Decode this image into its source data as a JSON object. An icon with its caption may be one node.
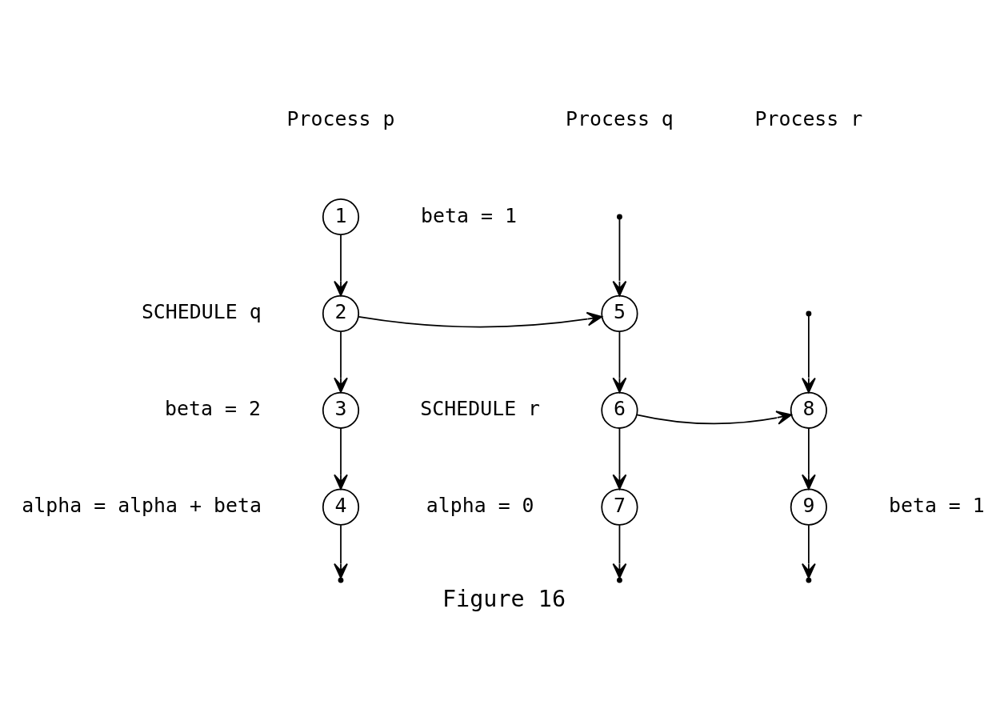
{
  "diagram": {
    "caption": "Figure 16",
    "nodes": [
      {
        "text": [
          "1"
        ],
        "beside": [
          "beta = 1"
        ]
      },
      {
        "text": [
          "2"
        ],
        "beside": [
          "SCHEDULE q"
        ]
      },
      {
        "text": [
          "3"
        ],
        "beside": [
          "beta = 2"
        ]
      },
      {
        "text": [
          "4"
        ],
        "beside": [
          "alpha = alpha + beta"
        ]
      },
      {
        "text": [
          "5"
        ]
      },
      {
        "text": [
          "6"
        ],
        "beside": [
          "SCHEDULE r"
        ]
      },
      {
        "text": [
          "7"
        ],
        "beside": [
          "alpha = 0"
        ]
      },
      {
        "text": [
          "8"
        ]
      },
      {
        "text": [
          "9"
        ],
        "beside": [
          "beta = 1"
        ]
      }
    ],
    "edges": [
      {
        "from": 0,
        "to": 1,
        "arrow": "to"
      },
      {
        "from": 1,
        "to": 2,
        "arrow": "to"
      },
      {
        "from": 2,
        "to": 3,
        "arrow": "to"
      },
      {
        "from": 3,
        "to": null,
        "arrow": "to"
      },
      {
        "from": null,
        "to": 4,
        "arrow": "to"
      },
      {
        "from": 1,
        "to": 4,
        "arrow": "to"
      },
      {
        "from": 4,
        "to": 5,
        "arrow": "to"
      },
      {
        "from": 5,
        "to": 6,
        "arrow": "to"
      },
      {
        "from": 6,
        "to": null,
        "arrow": "to"
      },
      {
        "from": null,
        "to": 7,
        "arrow": "to"
      },
      {
        "from": 5,
        "to": 7,
        "arrow": "to"
      },
      {
        "from": 7,
        "to": 8,
        "arrow": "to"
      },
      {
        "from": 8,
        "to": null,
        "arrow": "to"
      }
    ],
    "labels": [
      "Process p",
      "Process q",
      "Process r"
    ]
  }
}
